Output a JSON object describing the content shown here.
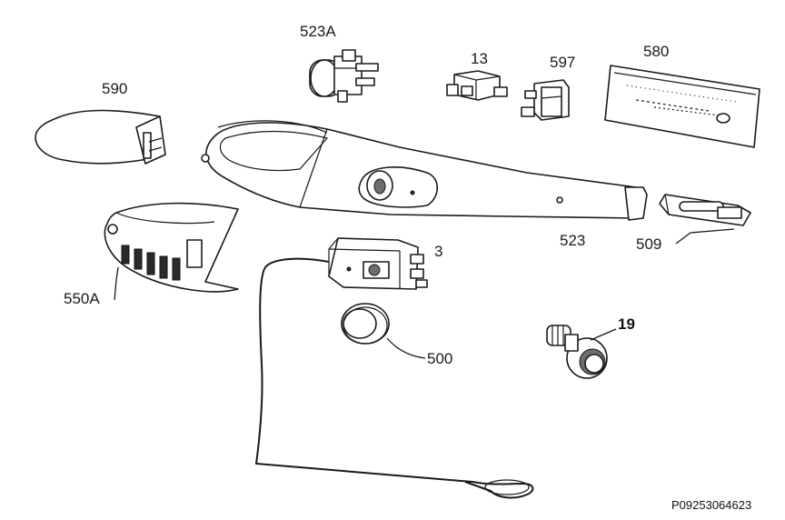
{
  "diagram": {
    "labels": {
      "p523A": "523A",
      "p13": "13",
      "p597": "597",
      "p580": "580",
      "p590": "590",
      "p523": "523",
      "p509": "509",
      "p3": "3",
      "p550A": "550A",
      "p500": "500",
      "p19": "19"
    },
    "drawing_code": "P09253064623"
  }
}
